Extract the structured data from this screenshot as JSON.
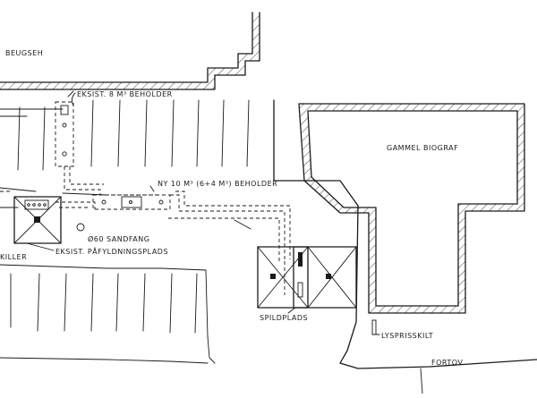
{
  "labels": {
    "street_top": "BEUGSEH",
    "existing_tank_8": "EKSIST. 8 M³ BEHOLDER",
    "new_tank_10": "NY 10 M³ (6+4 M³) BEHOLDER",
    "sand_trap": "Ø60 SANDFANG",
    "existing_washbay": "EKSIST. PÅFYLDNINGSPLADS",
    "washer_left": "KILLER",
    "old_cinema": "GAMMEL BIOGRAF",
    "wash_area": "SPILDPLADS",
    "light_sign": "LYSPRISSKILT",
    "sidewalk": "FORTOV"
  }
}
